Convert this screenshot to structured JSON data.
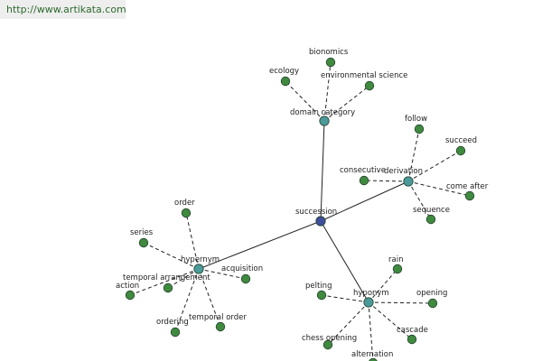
{
  "header": {
    "url": "http://www.artikata.com"
  },
  "colors": {
    "center_node": "#3e4e9b",
    "relation_node": "#4b9a9a",
    "leaf_node": "#3f8a3f",
    "node_border": "#27432f",
    "url_text": "#2f6a2f"
  },
  "graph": {
    "center": {
      "label": "succession"
    },
    "relations": [
      {
        "key": "domain",
        "label": "domain category",
        "leaves": [
          {
            "key": "bionomics",
            "label": "bionomics"
          },
          {
            "key": "ecology",
            "label": "ecology"
          },
          {
            "key": "environmental-science",
            "label": "environmental science"
          }
        ]
      },
      {
        "key": "derivation",
        "label": "derivation",
        "leaves": [
          {
            "key": "follow",
            "label": "follow"
          },
          {
            "key": "succeed",
            "label": "succeed"
          },
          {
            "key": "consecutive",
            "label": "consecutive"
          },
          {
            "key": "come-after",
            "label": "come after"
          },
          {
            "key": "sequence",
            "label": "sequence"
          }
        ]
      },
      {
        "key": "hypernym",
        "label": "hypernym",
        "leaves": [
          {
            "key": "order",
            "label": "order"
          },
          {
            "key": "series",
            "label": "series"
          },
          {
            "key": "temporal-arrangement",
            "label": "temporal arrangement"
          },
          {
            "key": "action",
            "label": "action"
          },
          {
            "key": "acquisition",
            "label": "acquisition"
          },
          {
            "key": "ordering",
            "label": "ordering"
          },
          {
            "key": "temporal-order",
            "label": "temporal order"
          }
        ]
      },
      {
        "key": "hyponym",
        "label": "hyponym",
        "leaves": [
          {
            "key": "rain",
            "label": "rain"
          },
          {
            "key": "pelting",
            "label": "pelting"
          },
          {
            "key": "opening",
            "label": "opening"
          },
          {
            "key": "chess-opening",
            "label": "chess opening"
          },
          {
            "key": "cascade",
            "label": "cascade"
          },
          {
            "key": "alternation",
            "label": "alternation"
          }
        ]
      }
    ]
  }
}
